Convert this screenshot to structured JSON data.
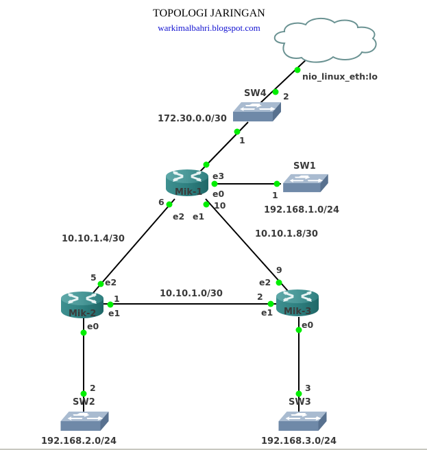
{
  "header": {
    "title": "TOPOLOGI JARINGAN",
    "subtitle": "warkimalbahri.blogspot.com"
  },
  "colors": {
    "link": "#000000",
    "port_dot": "#00ee00",
    "router": "#2f8a8a",
    "switch": "#7f96b2",
    "cloud_stroke": "#5f8a8a",
    "label": "#3a3a3a",
    "subtitle": "#1010d0"
  },
  "nodes": {
    "cloud": {
      "name": "",
      "icon": "cloud-icon",
      "port_label": "nio_linux_eth:lo"
    },
    "sw4": {
      "name": "SW4",
      "icon": "switch-icon",
      "network": "172.30.0.0/30"
    },
    "mik1": {
      "name": "Mik-1",
      "icon": "router-icon"
    },
    "sw1": {
      "name": "SW1",
      "icon": "switch-icon",
      "network": "192.168.1.0/24"
    },
    "mik2": {
      "name": "Mik-2",
      "icon": "router-icon"
    },
    "mik3": {
      "name": "Mik-3",
      "icon": "router-icon"
    },
    "sw2": {
      "name": "SW2",
      "icon": "switch-icon",
      "network": "192.168.2.0/24"
    },
    "sw3": {
      "name": "SW3",
      "icon": "switch-icon",
      "network": "192.168.3.0/24"
    }
  },
  "links": {
    "cloud_sw4": {
      "a_port": "nio_linux_eth:lo",
      "b_port": "2"
    },
    "sw4_mik1": {
      "a_port": "1",
      "b_port": "e3"
    },
    "mik1_sw1": {
      "a_port": "e0",
      "b_port": "1"
    },
    "mik1_mik2": {
      "a_port": "e2",
      "a_host": "6",
      "b_port": "e2",
      "b_host": "5",
      "network": "10.10.1.4/30"
    },
    "mik1_mik3": {
      "a_port": "e1",
      "a_host": "10",
      "b_port": "e2",
      "b_host": "9",
      "network": "10.10.1.8/30"
    },
    "mik2_mik3": {
      "a_port": "e1",
      "a_host": "1",
      "b_port": "e1",
      "b_host": "2",
      "network": "10.10.1.0/30"
    },
    "mik2_sw2": {
      "a_port": "e0",
      "b_port": "2"
    },
    "mik3_sw3": {
      "a_port": "e0",
      "b_port": "3"
    }
  }
}
